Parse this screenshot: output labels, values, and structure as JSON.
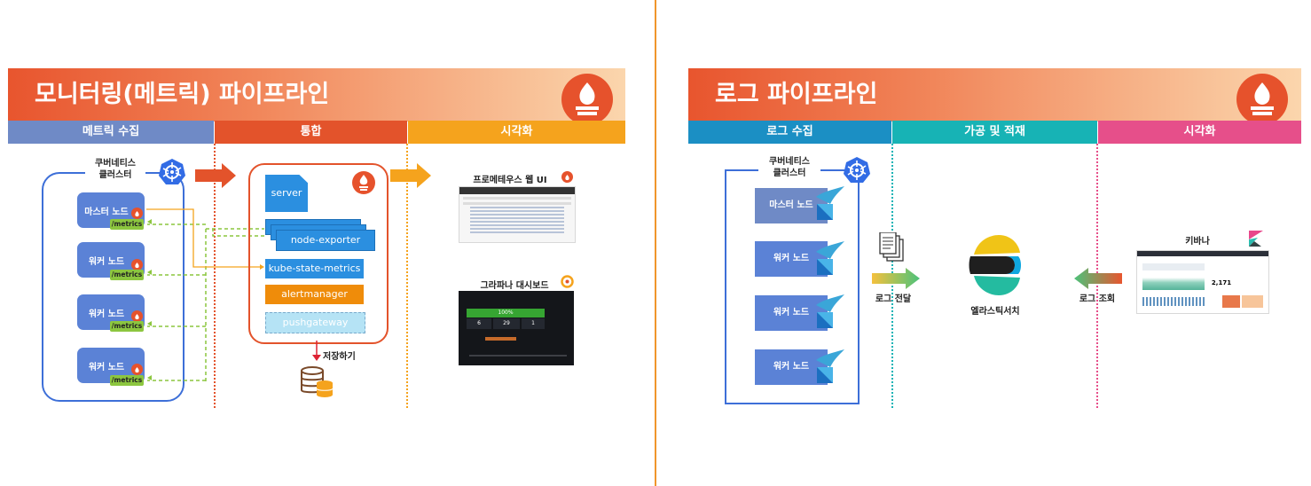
{
  "left": {
    "title": "모니터링(메트릭) 파이프라인",
    "headers": [
      "메트릭 수집",
      "통합",
      "시각화"
    ],
    "cluster_label": "쿠버네티스\n클러스터",
    "nodes": [
      "마스터 노드",
      "워커 노드",
      "워커 노드",
      "워커 노드"
    ],
    "metrics_label": "/metrics",
    "components": {
      "server": "server",
      "node_exporter": "node-exporter",
      "kube_state_metrics": "kube-state-metrics",
      "alertmanager": "alertmanager",
      "pushgateway": "pushgateway"
    },
    "storage_label": "저장하기",
    "prom_ui_label": "프로메테우스 웹 UI",
    "grafana_label": "그라파나 대시보드",
    "grafana_values": [
      "100%",
      "6",
      "29",
      "1"
    ]
  },
  "right": {
    "title": "로그 파이프라인",
    "headers": [
      "로그 수집",
      "가공 및 적재",
      "시각화"
    ],
    "cluster_label": "쿠버네티스\n클러스터",
    "nodes": [
      "마스터 노드",
      "워커 노드",
      "워커 노드",
      "워커 노드"
    ],
    "log_send_label": "로그 전달",
    "elastic_label": "엘라스틱서치",
    "log_query_label": "로그 조회",
    "kibana_label": "키바나",
    "kibana_value": "2,171"
  },
  "colors": {
    "header_blue": "#6f8ac6",
    "header_red": "#e3532b",
    "header_orange": "#f5a31d",
    "header_cyan": "#1b8fc4",
    "header_teal": "#17b3b5",
    "header_pink": "#e64f8a",
    "divider": "#f0962c"
  }
}
